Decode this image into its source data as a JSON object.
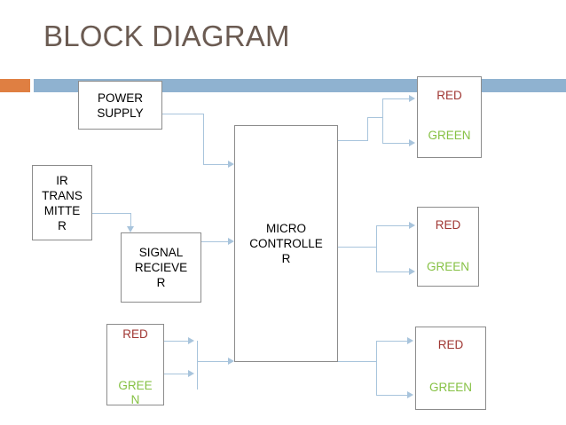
{
  "slide": {
    "title": "BLOCK DIAGRAM",
    "title_color": "#6B5B52",
    "accent_orange": "#DF7F42",
    "accent_blue": "#8FB2D0",
    "connector_color": "#A8C4DC",
    "box_border_color": "#8C8C8C",
    "red_label_color": "#A03733",
    "green_label_color": "#86C144"
  },
  "blocks": {
    "power_supply": {
      "line1": "POWER",
      "line2": "SUPPLY"
    },
    "ir_transmitter": {
      "line1": "IR",
      "line2": "TRANS",
      "line3": "MITTE",
      "line4": "R"
    },
    "signal_receiver": {
      "line1": "SIGNAL",
      "line2": "RECIEVE",
      "line3": "R"
    },
    "microcontroller": {
      "line1": "MICRO",
      "line2": "CONTROLLE",
      "line3": "R"
    }
  },
  "traffic_lights": {
    "top_right": {
      "red": "RED",
      "green": "GREEN"
    },
    "middle_right": {
      "red": "RED",
      "green": "GREEN"
    },
    "bottom_right": {
      "red": "RED",
      "green": "GREEN"
    },
    "bottom_left": {
      "red": "RED",
      "green_line1": "GREE",
      "green_line2": "N"
    }
  }
}
